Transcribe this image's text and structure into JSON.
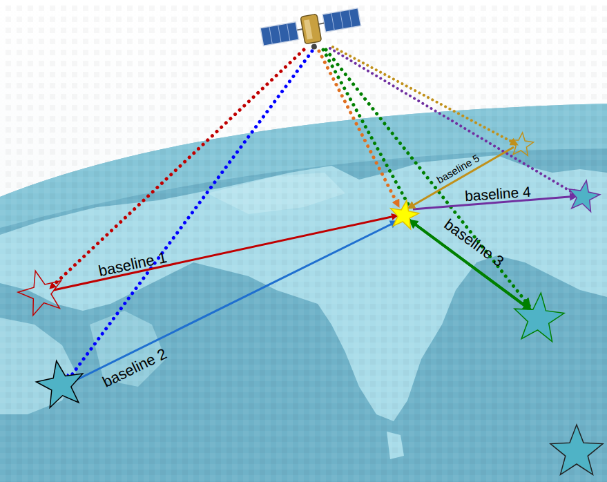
{
  "diagram": {
    "labels": [
      "baseline 1",
      "baseline 2",
      "baseline 3",
      "baseline 4",
      "baseline 5"
    ]
  }
}
